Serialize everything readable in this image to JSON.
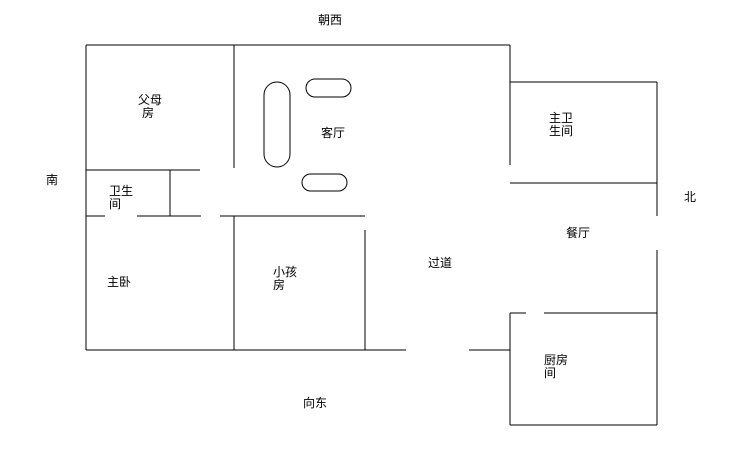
{
  "directions": {
    "west": "朝西",
    "south": "南",
    "north": "北",
    "east": "向东"
  },
  "rooms": {
    "parents": [
      "父母",
      "房"
    ],
    "living": "客厅",
    "master_bath": [
      "主卫",
      "生间"
    ],
    "bath": [
      "卫生",
      "间"
    ],
    "dining": "餐厅",
    "corridor": "过道",
    "master_bed": "主卧",
    "child": [
      "小孩",
      "房"
    ],
    "kitchen": [
      "厨房",
      "间"
    ]
  }
}
